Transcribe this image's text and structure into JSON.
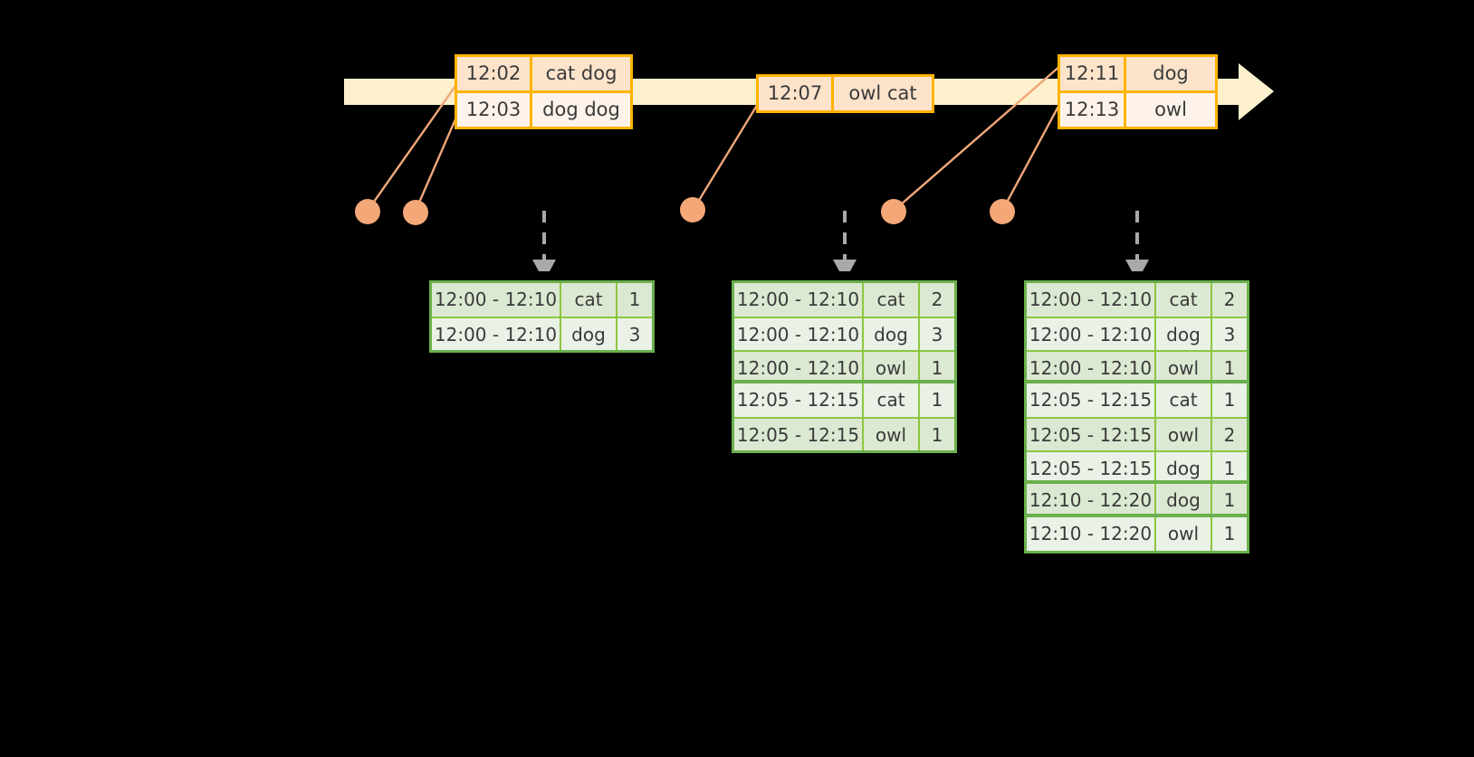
{
  "timeline": {
    "bar_color": "#FDF0CC",
    "arrow_color": "#FDF0CC",
    "accent_color": "#FFB300",
    "dot_color": "#F4A877",
    "connector_color": "#F0A77A",
    "events": [
      {
        "id": "event-group-1",
        "rows": [
          {
            "time": "12:02",
            "words": "cat dog",
            "shade": "dark"
          },
          {
            "time": "12:03",
            "words": "dog dog",
            "shade": "light"
          }
        ]
      },
      {
        "id": "event-group-2",
        "rows": [
          {
            "time": "12:07",
            "words": "owl cat",
            "shade": "dark"
          }
        ]
      },
      {
        "id": "event-group-3",
        "rows": [
          {
            "time": "12:11",
            "words": "dog",
            "shade": "dark"
          },
          {
            "time": "12:13",
            "words": "owl",
            "shade": "light"
          }
        ]
      }
    ],
    "dots": [
      {
        "label": "event-dot-12-02"
      },
      {
        "label": "event-dot-12-03"
      },
      {
        "label": "event-dot-12-07"
      },
      {
        "label": "event-dot-12-11"
      },
      {
        "label": "event-dot-12-13"
      }
    ]
  },
  "results": {
    "border_color": "#6AB04C",
    "grid_color": "#8CC63F",
    "columns": [
      "window",
      "key",
      "count"
    ],
    "tables": [
      {
        "id": "result-table-1",
        "rows": [
          {
            "window": "12:00 - 12:10",
            "key": "cat",
            "count": "1",
            "band": "a",
            "group_end": false
          },
          {
            "window": "12:00 - 12:10",
            "key": "dog",
            "count": "3",
            "band": "b",
            "group_end": false
          }
        ]
      },
      {
        "id": "result-table-2",
        "rows": [
          {
            "window": "12:00 - 12:10",
            "key": "cat",
            "count": "2",
            "band": "a",
            "group_end": false
          },
          {
            "window": "12:00 - 12:10",
            "key": "dog",
            "count": "3",
            "band": "b",
            "group_end": false
          },
          {
            "window": "12:00 - 12:10",
            "key": "owl",
            "count": "1",
            "band": "a",
            "group_end": true
          },
          {
            "window": "12:05 - 12:15",
            "key": "cat",
            "count": "1",
            "band": "b",
            "group_end": false
          },
          {
            "window": "12:05 - 12:15",
            "key": "owl",
            "count": "1",
            "band": "a",
            "group_end": false
          }
        ]
      },
      {
        "id": "result-table-3",
        "rows": [
          {
            "window": "12:00 - 12:10",
            "key": "cat",
            "count": "2",
            "band": "a",
            "group_end": false
          },
          {
            "window": "12:00 - 12:10",
            "key": "dog",
            "count": "3",
            "band": "b",
            "group_end": false
          },
          {
            "window": "12:00 - 12:10",
            "key": "owl",
            "count": "1",
            "band": "a",
            "group_end": true
          },
          {
            "window": "12:05 - 12:15",
            "key": "cat",
            "count": "1",
            "band": "b",
            "group_end": false
          },
          {
            "window": "12:05 - 12:15",
            "key": "owl",
            "count": "2",
            "band": "a",
            "group_end": false
          },
          {
            "window": "12:05 - 12:15",
            "key": "dog",
            "count": "1",
            "band": "b",
            "group_end": true
          },
          {
            "window": "12:10 - 12:20",
            "key": "dog",
            "count": "1",
            "band": "a",
            "group_end": true
          },
          {
            "window": "12:10 - 12:20",
            "key": "owl",
            "count": "1",
            "band": "b",
            "group_end": false
          }
        ]
      }
    ]
  }
}
